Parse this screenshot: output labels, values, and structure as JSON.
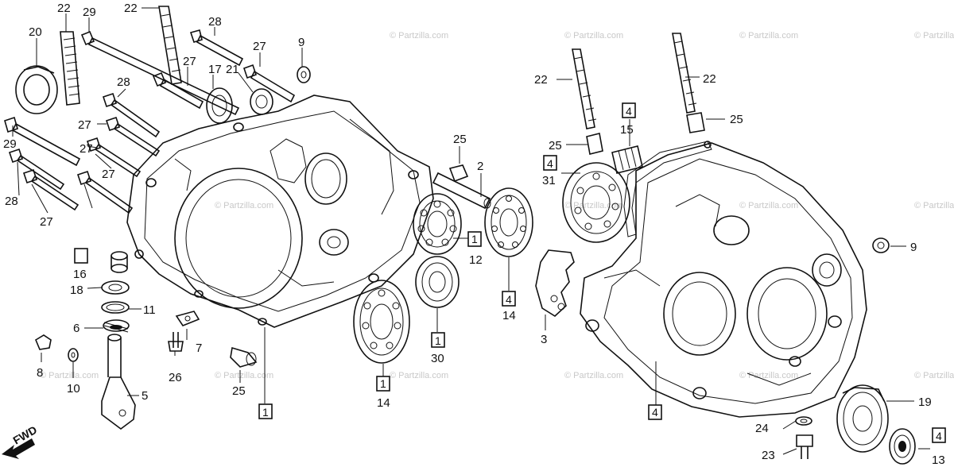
{
  "diagram": {
    "direction_label": "FWD",
    "watermark_text": "© Partzilla.com",
    "callouts": [
      "22",
      "29",
      "22",
      "20",
      "28",
      "27",
      "27",
      "9",
      "17",
      "21",
      "28",
      "27",
      "29",
      "27",
      "28",
      "27",
      "27",
      "16",
      "18",
      "11",
      "6",
      "7",
      "8",
      "10",
      "26",
      "5",
      "25",
      "1",
      "25",
      "2",
      "12",
      "1",
      "30",
      "14",
      "1",
      "14",
      "4",
      "4",
      "15",
      "25",
      "4",
      "31",
      "22",
      "22",
      "25",
      "9",
      "3",
      "4",
      "19",
      "24",
      "4",
      "23",
      "13"
    ],
    "boxed_refs": [
      "1",
      "1",
      "1",
      "4",
      "1",
      "4",
      "4",
      "4"
    ]
  }
}
